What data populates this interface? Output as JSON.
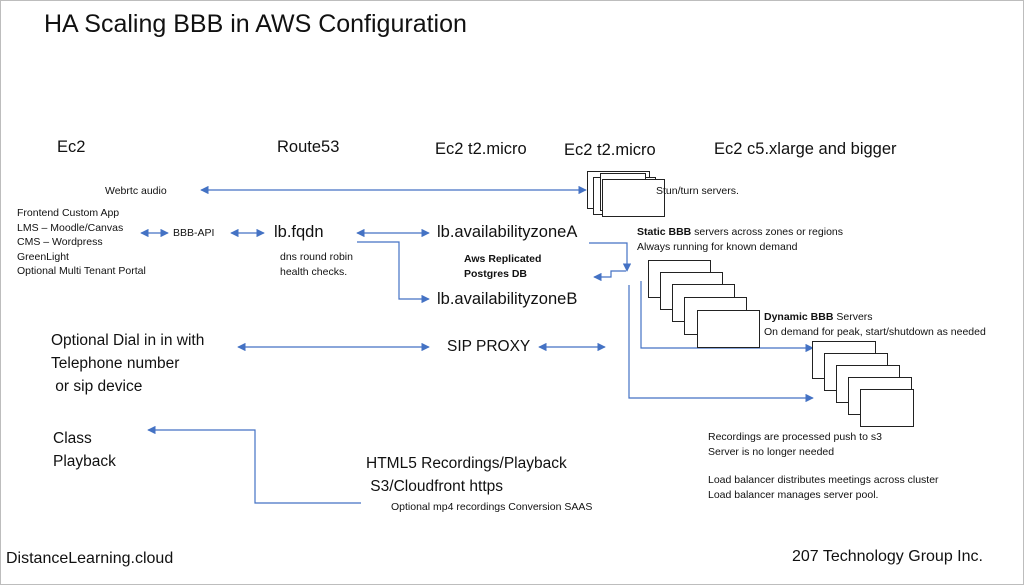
{
  "title": "HA Scaling BBB in AWS Configuration",
  "headers": {
    "ec2": "Ec2",
    "route53": "Route53",
    "ec2_micro_1": "Ec2 t2.micro",
    "ec2_micro_2": "Ec2 t2.micro",
    "ec2_large": "Ec2 c5.xlarge and bigger"
  },
  "frontend": {
    "webrtc": "Webrtc audio",
    "lines": [
      "Frontend Custom App",
      "LMS – Moodle/Canvas",
      "CMS – Wordpress",
      "GreenLight",
      "Optional Multi Tenant Portal"
    ]
  },
  "api_label": "BBB-API",
  "lb_fqdn": "lb.fqdn",
  "dns_lines": [
    "dns round robin",
    "health checks."
  ],
  "zone_a": "lb.availabilityzoneA",
  "zone_b": "lb.availabilityzoneB",
  "db_lines": [
    "Aws Replicated",
    "Postgres DB"
  ],
  "stun_label": "Stun/turn servers.",
  "static_bbb": {
    "bold": "Static BBB",
    "rest": " servers across zones or regions",
    "line2": "Always running for known demand"
  },
  "dynamic_bbb": {
    "bold": "Dynamic BBB",
    "rest": " Servers",
    "line2": "On demand for peak, start/shutdown as needed"
  },
  "dial_lines": [
    "Optional Dial in in with",
    "Telephone number",
    " or sip device"
  ],
  "sip_proxy": "SIP PROXY",
  "class_lines": [
    "Class",
    "Playback"
  ],
  "recordings": {
    "line1": "HTML5 Recordings/Playback",
    "line2": " S3/Cloudfront https",
    "line3": "Optional mp4 recordings Conversion SAAS"
  },
  "notes": [
    "Recordings are processed push to s3",
    "Server is no longer needed",
    "Load balancer distributes meetings across cluster",
    "Load balancer manages server pool."
  ],
  "footer": {
    "left": "DistanceLearning.cloud",
    "right": "207 Technology Group Inc."
  },
  "colors": {
    "arrow": "#4472c4",
    "text": "#111111"
  }
}
